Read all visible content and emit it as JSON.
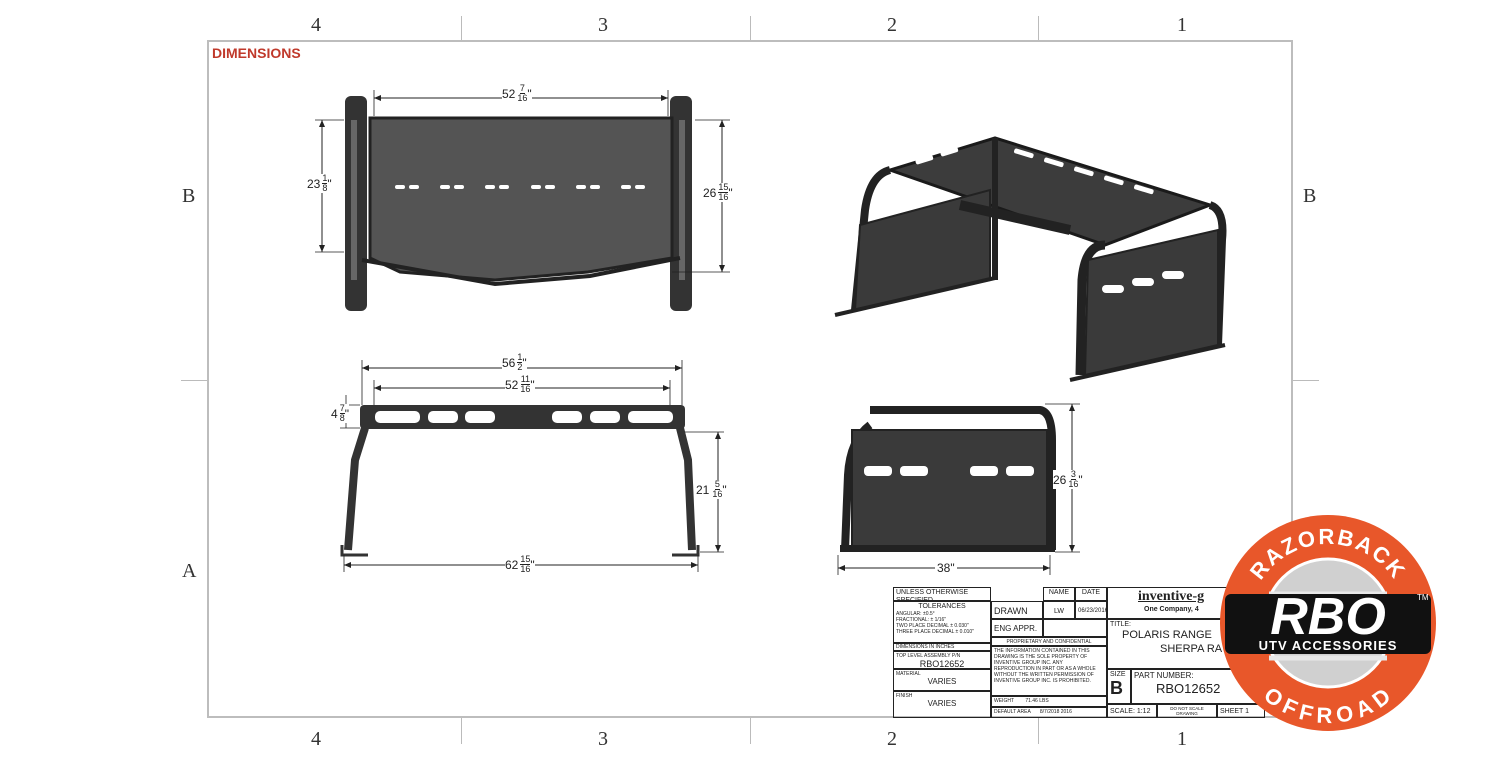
{
  "zones": {
    "top": [
      "4",
      "3",
      "2",
      "1"
    ],
    "bottom": [
      "4",
      "3",
      "2",
      "1"
    ],
    "left": [
      "B",
      "A"
    ],
    "right": [
      "B"
    ]
  },
  "title": "DIMENSIONS",
  "dimensions": {
    "top_width": {
      "whole": "52",
      "num": "7",
      "den": "16"
    },
    "top_depth_left": {
      "whole": "23",
      "num": "1",
      "den": "8"
    },
    "top_depth_right": {
      "whole": "26",
      "num": "15",
      "den": "16"
    },
    "front_overall": {
      "whole": "56",
      "num": "1",
      "den": "2"
    },
    "front_inner": {
      "whole": "52",
      "num": "11",
      "den": "16"
    },
    "front_rail": {
      "whole": "4",
      "num": "7",
      "den": "8"
    },
    "front_height": {
      "whole": "21",
      "num": "5",
      "den": "16"
    },
    "front_base": {
      "whole": "62",
      "num": "15",
      "den": "16"
    },
    "side_height": {
      "whole": "26",
      "num": "3",
      "den": "16"
    },
    "side_depth": "38\""
  },
  "title_block": {
    "unless": "UNLESS OTHERWISE SPECIFIED",
    "name": "NAME",
    "date": "DATE",
    "tolerances": "TOLERANCES",
    "tol_lines": [
      "ANGULAR: ±0.5°",
      "FRACTIONAL: ± 1/16\"",
      "TWO PLACE DECIMAL ± 0.030\"",
      "THREE PLACE DECIMAL ± 0.010\""
    ],
    "drawn": "DRAWN",
    "drawn_by": "LW",
    "drawn_date": "06/23/2016",
    "eng_appr": "ENG APPR.",
    "interpret": "DIMENSIONS IN INCHES",
    "prop": "PROPRIETARY AND CONFIDENTIAL",
    "prop_text": "THE INFORMATION CONTAINED IN THIS DRAWING IS THE SOLE PROPERTY OF INVENTIVE GROUP INC. ANY REPRODUCTION IN PART OR AS A WHOLE WITHOUT THE WRITTEN PERMISSION OF INVENTIVE GROUP INC. IS PROHIBITED.",
    "top_assembly": "TOP LEVEL ASSEMBLY P/N",
    "top_assembly_val": "RBO12652",
    "material": "MATERIAL",
    "material_val": "VARIES",
    "finish": "FINISH",
    "finish_val": "VARIES",
    "weight": "WEIGHT",
    "weight_val": "71.46 LBS",
    "default_area": "DEFAULT AREA",
    "default_area_val": "8/7/2018 2016",
    "company": "inventive-g",
    "company_sub": "One Company, 4",
    "title_label": "TITLE:",
    "title_line1": "POLARIS RANGE",
    "title_line2": "SHERPA RA",
    "size_label": "SIZE",
    "size_val": "B",
    "part_label": "PART NUMBER:",
    "part_val": "RBO12652",
    "scale": "SCALE: 1:12",
    "do_not_scale": "DO NOT SCALE DRAWING",
    "sheet": "SHEET 1"
  },
  "logo": {
    "top": "RAZORBACK",
    "main": "RBO",
    "tm": "TM",
    "sub": "UTV ACCESSORIES",
    "bottom": "OFFROAD",
    "color": "#e8572a"
  }
}
